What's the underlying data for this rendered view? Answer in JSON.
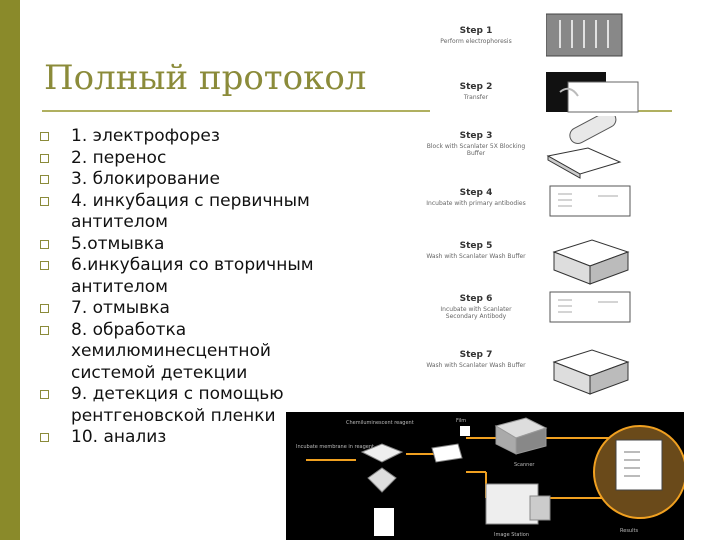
{
  "slide": {
    "title": "Полный протокол",
    "bullets": [
      "1. электрофорез",
      "2. перенос",
      "3. блокирование",
      "4. инкубация с первичным антителом",
      "5.отмывка",
      "6.инкубация со вторичным антителом",
      "7. отмывка",
      "8. обработка хемилюминесцентной системой детекции",
      "9. детекция с помощью рентгеновской пленки",
      "10. анализ"
    ]
  },
  "steps": [
    {
      "label": "Step 1",
      "sub": "Perform electrophoresis"
    },
    {
      "label": "Step 2",
      "sub": "Transfer"
    },
    {
      "label": "Step 3",
      "sub": "Block with Scanlater 5X Blocking Buffer"
    },
    {
      "label": "Step 4",
      "sub": "Incubate with primary antibodies"
    },
    {
      "label": "Step 5",
      "sub": "Wash with Scanlater Wash Buffer"
    },
    {
      "label": "Step 6",
      "sub": "Incubate with Scanlater Secondary Antibody"
    },
    {
      "label": "Step 7",
      "sub": "Wash with Scanlater Wash Buffer"
    }
  ],
  "bottom": {
    "labels": [
      "Chemiluminescent reagent",
      "Incubate membrane in reagent",
      "Film",
      "Scanner",
      "Image Station",
      "Results"
    ]
  }
}
